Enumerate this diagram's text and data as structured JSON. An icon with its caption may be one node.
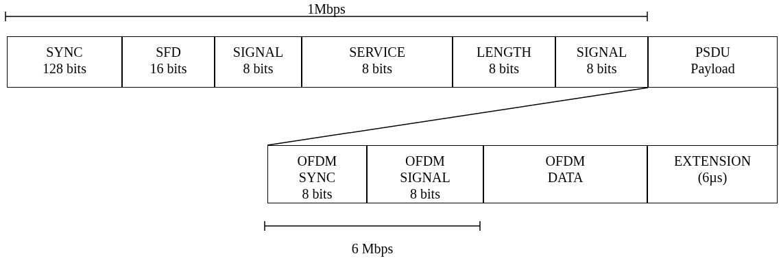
{
  "diagram": {
    "nodes": [
      {
        "text": [
          "SYNC",
          "128 bits"
        ]
      },
      {
        "text": [
          "SFD",
          "16 bits"
        ]
      },
      {
        "text": [
          "SIGNAL",
          "8 bits"
        ]
      },
      {
        "text": [
          "SERVICE",
          "8 bits"
        ]
      },
      {
        "text": [
          "LENGTH",
          "8 bits"
        ]
      },
      {
        "text": [
          "SIGNAL",
          "8 bits"
        ]
      },
      {
        "text": [
          "PSDU",
          "Payload"
        ]
      },
      {
        "text": [
          "OFDM SYNC",
          "8 bits"
        ]
      },
      {
        "text": [
          "OFDM SIGNAL",
          "8 bits"
        ]
      },
      {
        "text": [
          "OFDM DATA"
        ]
      },
      {
        "text": [
          "EXTENSION",
          "(6µs)"
        ]
      }
    ],
    "edges": [
      {
        "from": 6,
        "to": 7,
        "arrow": "none"
      },
      {
        "from": 6,
        "to": 10,
        "arrow": "none"
      }
    ],
    "labels": [
      "1Mbps",
      "6 Mbps"
    ]
  }
}
